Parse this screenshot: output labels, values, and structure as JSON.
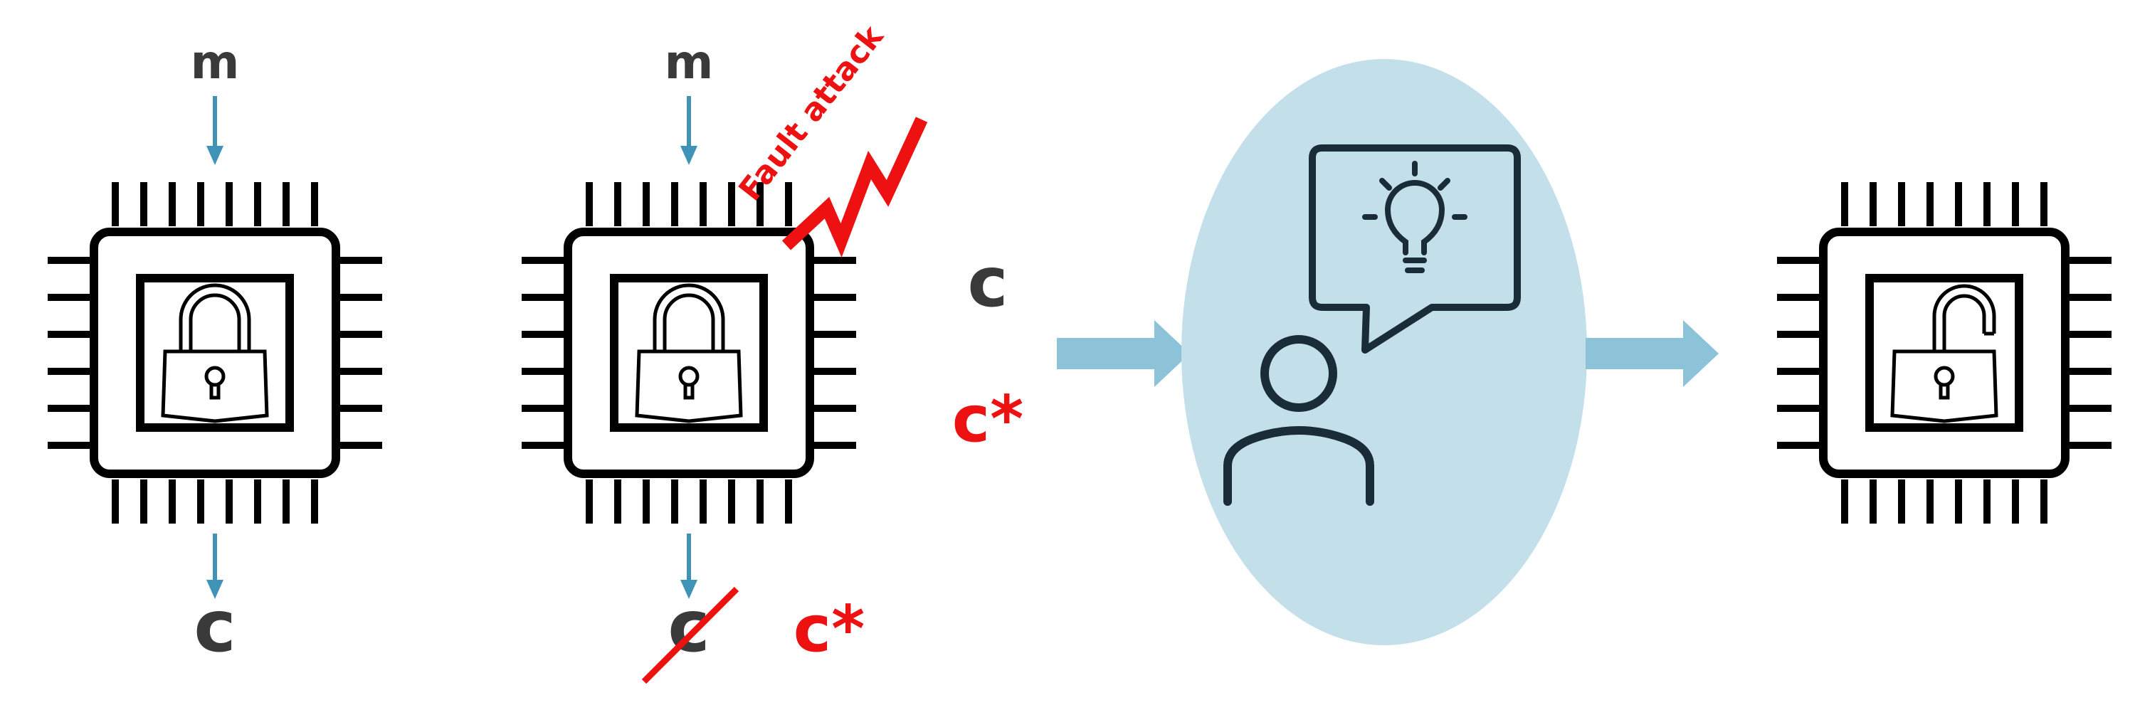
{
  "colors": {
    "dark": "#3a3a3a",
    "red": "#ee1111",
    "arrow_small": "#3f93b6",
    "arrow_big": "#8cc3d9",
    "ellipse": "#c3dfea",
    "icon_stroke": "#1a2c38",
    "chip": "#000000"
  },
  "panel1": {
    "input": "m",
    "output": "c"
  },
  "panel2": {
    "input": "m",
    "output_struck": "c",
    "output_faulty": "c*",
    "attack_label": "Fault attack"
  },
  "panel3": {
    "correct": "c",
    "faulty": "c*"
  },
  "icons": {
    "chip1": "locked-chip-icon",
    "chip2": "locked-chip-icon",
    "analyst": "analyst-with-idea-icon",
    "chip3": "unlocked-chip-icon"
  }
}
